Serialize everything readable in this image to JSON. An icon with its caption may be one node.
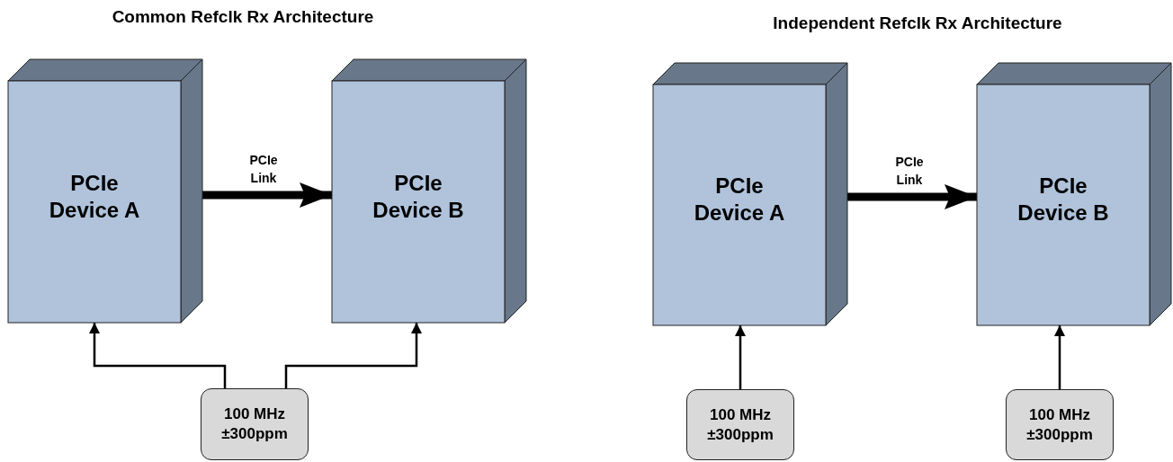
{
  "diagram": {
    "nodes": [
      {
        "text": [
          "PCIe Device A"
        ]
      },
      {
        "text": [
          "PCIe Device B"
        ]
      },
      {
        "text": [
          "100 MHz ±300ppm"
        ]
      },
      {
        "text": [
          "PCIe Device A"
        ]
      },
      {
        "text": [
          "PCIe Device B"
        ]
      },
      {
        "text": [
          "100 MHz ±300ppm"
        ]
      },
      {
        "text": [
          "100 MHz ±300ppm"
        ]
      }
    ],
    "edges": [
      {
        "from": 0,
        "to": 1,
        "arrow": "to",
        "label": "PCIe Link",
        "style": "thick"
      },
      {
        "from": 2,
        "to": 0,
        "arrow": "to"
      },
      {
        "from": 2,
        "to": 1,
        "arrow": "to"
      },
      {
        "from": 3,
        "to": 4,
        "arrow": "to",
        "label": "PCIe Link",
        "style": "thick"
      },
      {
        "from": 5,
        "to": 3,
        "arrow": "to"
      },
      {
        "from": 6,
        "to": 4,
        "arrow": "to"
      }
    ],
    "labels": [
      "Common Refclk Rx Architecture",
      "Independent Refclk Rx Architecture"
    ]
  }
}
